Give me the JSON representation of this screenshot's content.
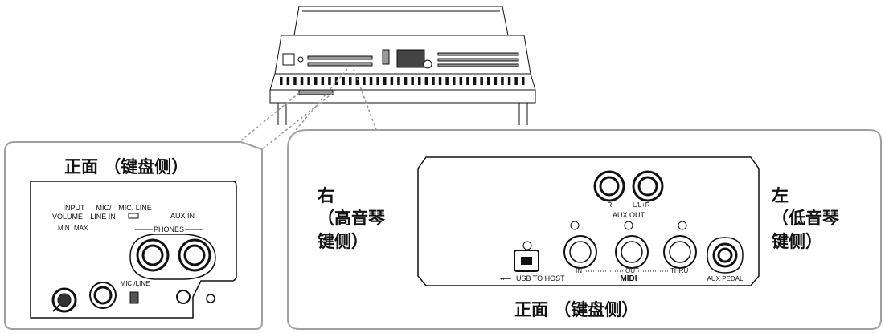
{
  "left_panel": {
    "title": "正面 （键盘侧）",
    "labels": {
      "input_volume": "INPUT\nVOLUME",
      "min": "MIN",
      "max": "MAX",
      "mic_line_in": "MIC/\nLINE IN",
      "mic_line_switch": "MIC. LINE",
      "aux_in": "AUX IN",
      "phones": "PHONES",
      "mic_line_bottom": "MIC./LINE"
    }
  },
  "right_panel": {
    "caption": "正面 （键盘侧）",
    "side_right": "右\n（高音琴\n键侧）",
    "side_left": "左\n（低音琴\n键侧）",
    "labels": {
      "aux_out_channels": "R ········ L/L+R",
      "aux_out": "AUX OUT",
      "usb_to_host": "USB TO HOST",
      "midi_in": "IN",
      "midi_out": "OUT",
      "midi_thru": "THRU",
      "midi": "MIDI",
      "aux_pedal": "AUX PEDAL"
    }
  },
  "colors": {
    "callout_border": "#a0a0a0",
    "line": "#111111",
    "panel_fill": "#ffffff"
  }
}
